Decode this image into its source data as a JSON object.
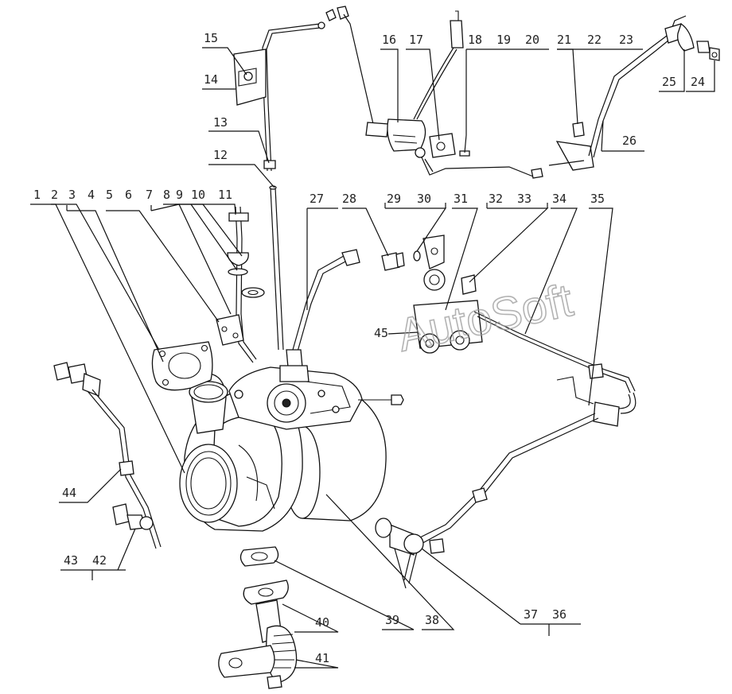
{
  "watermark": "AutoSoft",
  "labels": {
    "l1": "1",
    "l2": "2",
    "l3": "3",
    "l4": "4",
    "l5": "5",
    "l6": "6",
    "l7": "7",
    "l8": "8",
    "l9": "9",
    "l10": "10",
    "l11": "11",
    "l12": "12",
    "l13": "13",
    "l14": "14",
    "l15": "15",
    "l16": "16",
    "l17": "17",
    "l18": "18",
    "l19": "19",
    "l20": "20",
    "l21": "21",
    "l22": "22",
    "l23": "23",
    "l24": "24",
    "l25": "25",
    "l26": "26",
    "l27": "27",
    "l28": "28",
    "l29": "29",
    "l30": "30",
    "l31": "31",
    "l32": "32",
    "l33": "33",
    "l34": "34",
    "l35": "35",
    "l36": "36",
    "l37": "37",
    "l38": "38",
    "l39": "39",
    "l40": "40",
    "l41": "41",
    "l42": "42",
    "l43": "43",
    "l44": "44",
    "l45": "45"
  }
}
